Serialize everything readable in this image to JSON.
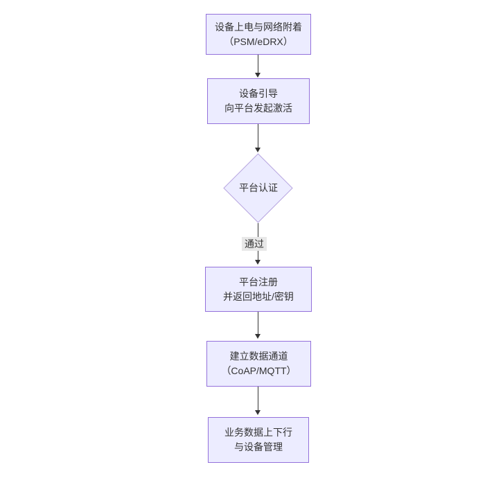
{
  "diagram": {
    "type": "flowchart-vertical",
    "colors": {
      "background": "#ffffff",
      "node_fill": "#ECECFF",
      "node_border": "#9370DB",
      "diamond_border": "#b9a7e0",
      "text": "#333333",
      "connector": "#333333",
      "edge_label_bg": "#e8e8e8"
    },
    "nodes": [
      {
        "id": "power-network-attach",
        "shape": "rect",
        "lines": [
          "设备上电与网络附着",
          "（PSM/eDRX）"
        ]
      },
      {
        "id": "device-bootstrap",
        "shape": "rect",
        "lines": [
          "设备引导",
          "向平台发起激活"
        ]
      },
      {
        "id": "platform-auth",
        "shape": "diamond",
        "lines": [
          "平台认证"
        ]
      },
      {
        "id": "platform-register",
        "shape": "rect",
        "lines": [
          "平台注册",
          "并返回地址/密钥"
        ]
      },
      {
        "id": "data-channel",
        "shape": "rect",
        "lines": [
          "建立数据通道",
          "（CoAP/MQTT）"
        ]
      },
      {
        "id": "business-data",
        "shape": "rect",
        "lines": [
          "业务数据上下行",
          "与设备管理"
        ]
      }
    ],
    "edges": [
      {
        "from": "power-network-attach",
        "to": "device-bootstrap",
        "label": ""
      },
      {
        "from": "device-bootstrap",
        "to": "platform-auth",
        "label": ""
      },
      {
        "from": "platform-auth",
        "to": "platform-register",
        "label": "通过"
      },
      {
        "from": "platform-register",
        "to": "data-channel",
        "label": ""
      },
      {
        "from": "data-channel",
        "to": "business-data",
        "label": ""
      }
    ]
  }
}
